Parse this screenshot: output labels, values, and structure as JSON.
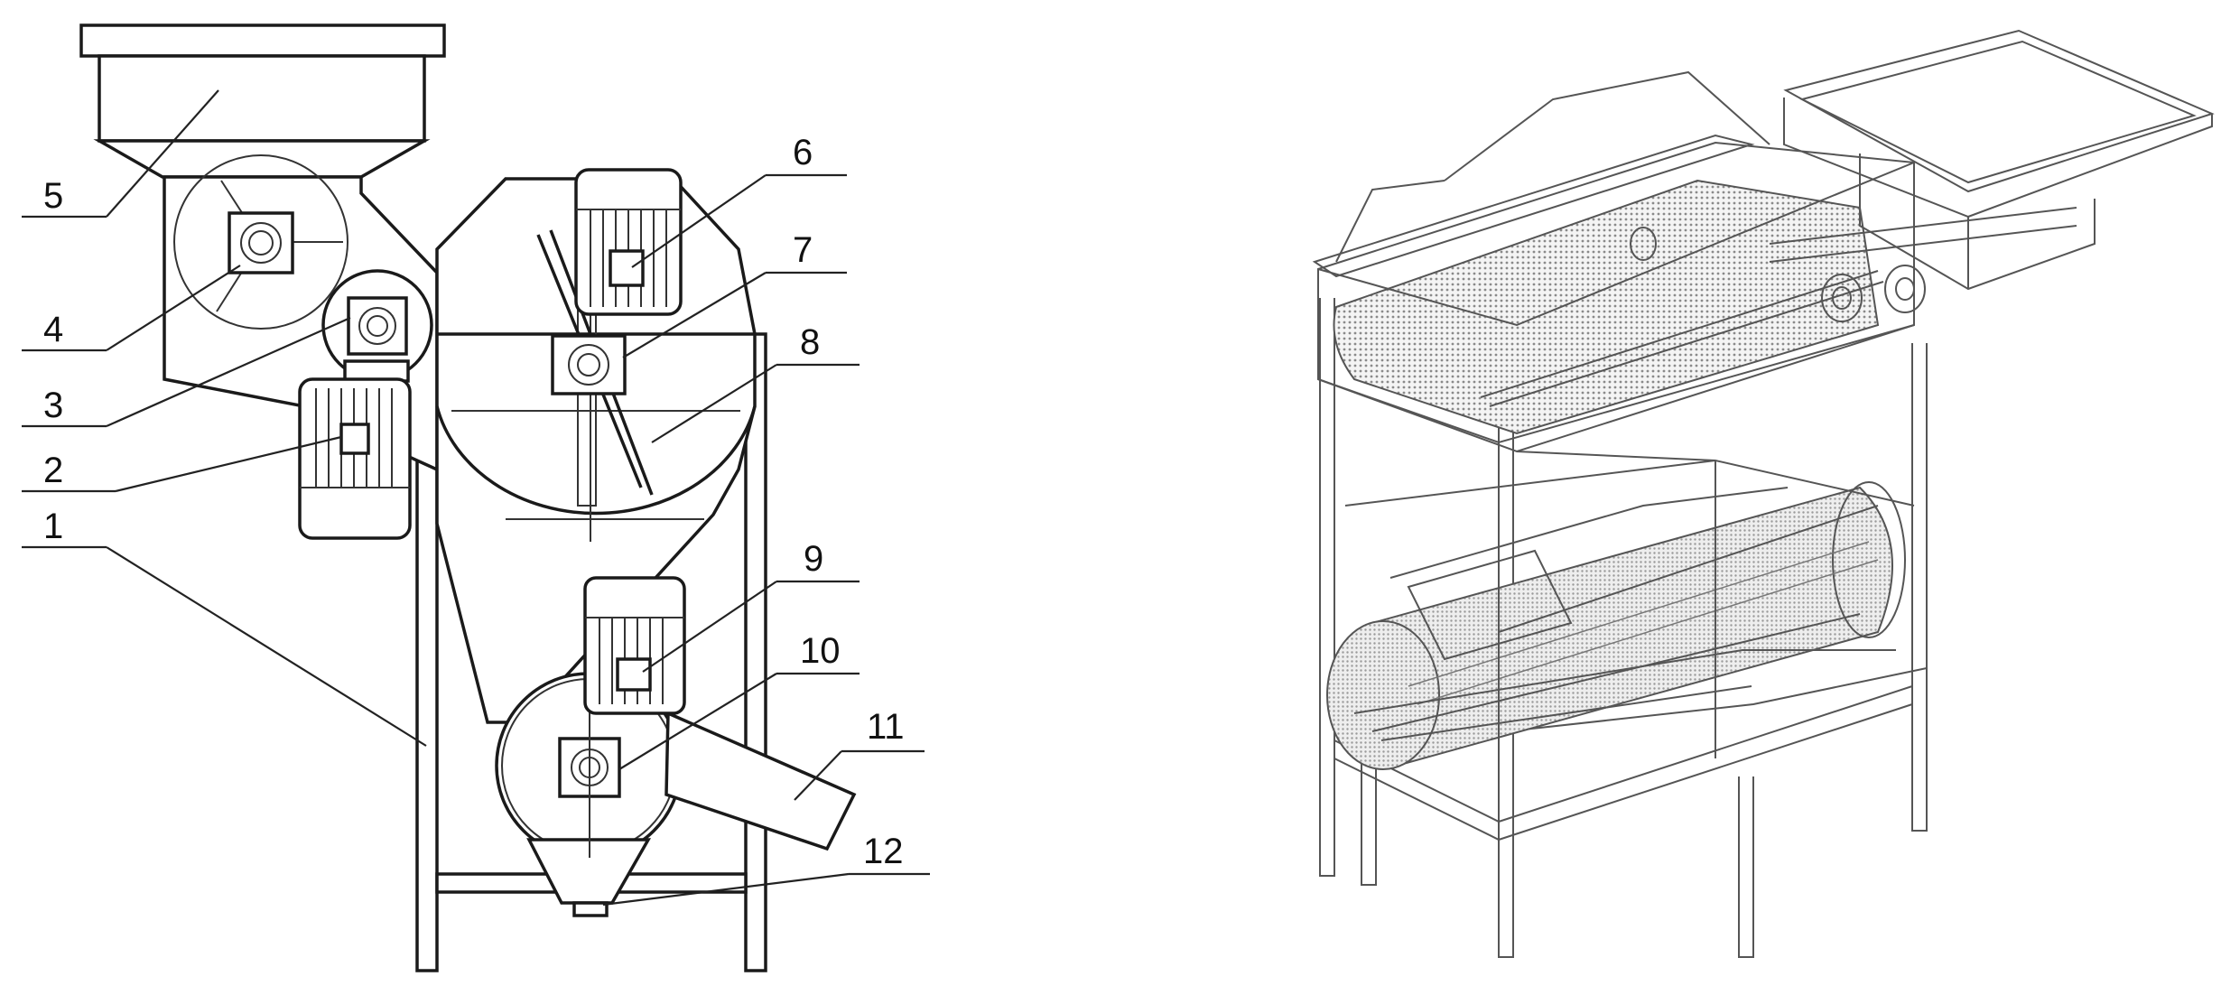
{
  "left_drawing": {
    "callouts": [
      {
        "id": "1",
        "label": "1"
      },
      {
        "id": "2",
        "label": "2"
      },
      {
        "id": "3",
        "label": "3"
      },
      {
        "id": "4",
        "label": "4"
      },
      {
        "id": "5",
        "label": "5"
      },
      {
        "id": "6",
        "label": "6"
      },
      {
        "id": "7",
        "label": "7"
      },
      {
        "id": "8",
        "label": "8"
      },
      {
        "id": "9",
        "label": "9"
      },
      {
        "id": "10",
        "label": "10"
      },
      {
        "id": "11",
        "label": "11"
      },
      {
        "id": "12",
        "label": "12"
      }
    ]
  },
  "right_drawing": {
    "view": "isometric wireframe"
  }
}
